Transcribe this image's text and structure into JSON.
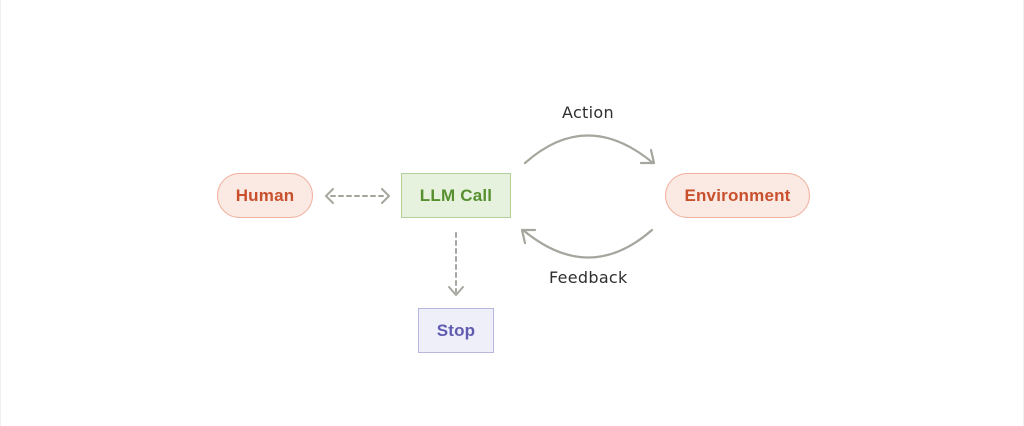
{
  "nodes": {
    "human": "Human",
    "llm_call": "LLM Call",
    "environment": "Environment",
    "stop": "Stop"
  },
  "edges": {
    "action_label": "Action",
    "feedback_label": "Feedback"
  },
  "colors": {
    "pill_bg": "#fbe9e3",
    "pill_border": "#f0b29e",
    "pill_text": "#c8502d",
    "llm_bg": "#e6f2de",
    "llm_border": "#b1d39b",
    "llm_text": "#58902f",
    "stop_bg": "#efeffa",
    "stop_border": "#b8b7de",
    "stop_text": "#5f5cb0",
    "arrow": "#a6a69e"
  }
}
